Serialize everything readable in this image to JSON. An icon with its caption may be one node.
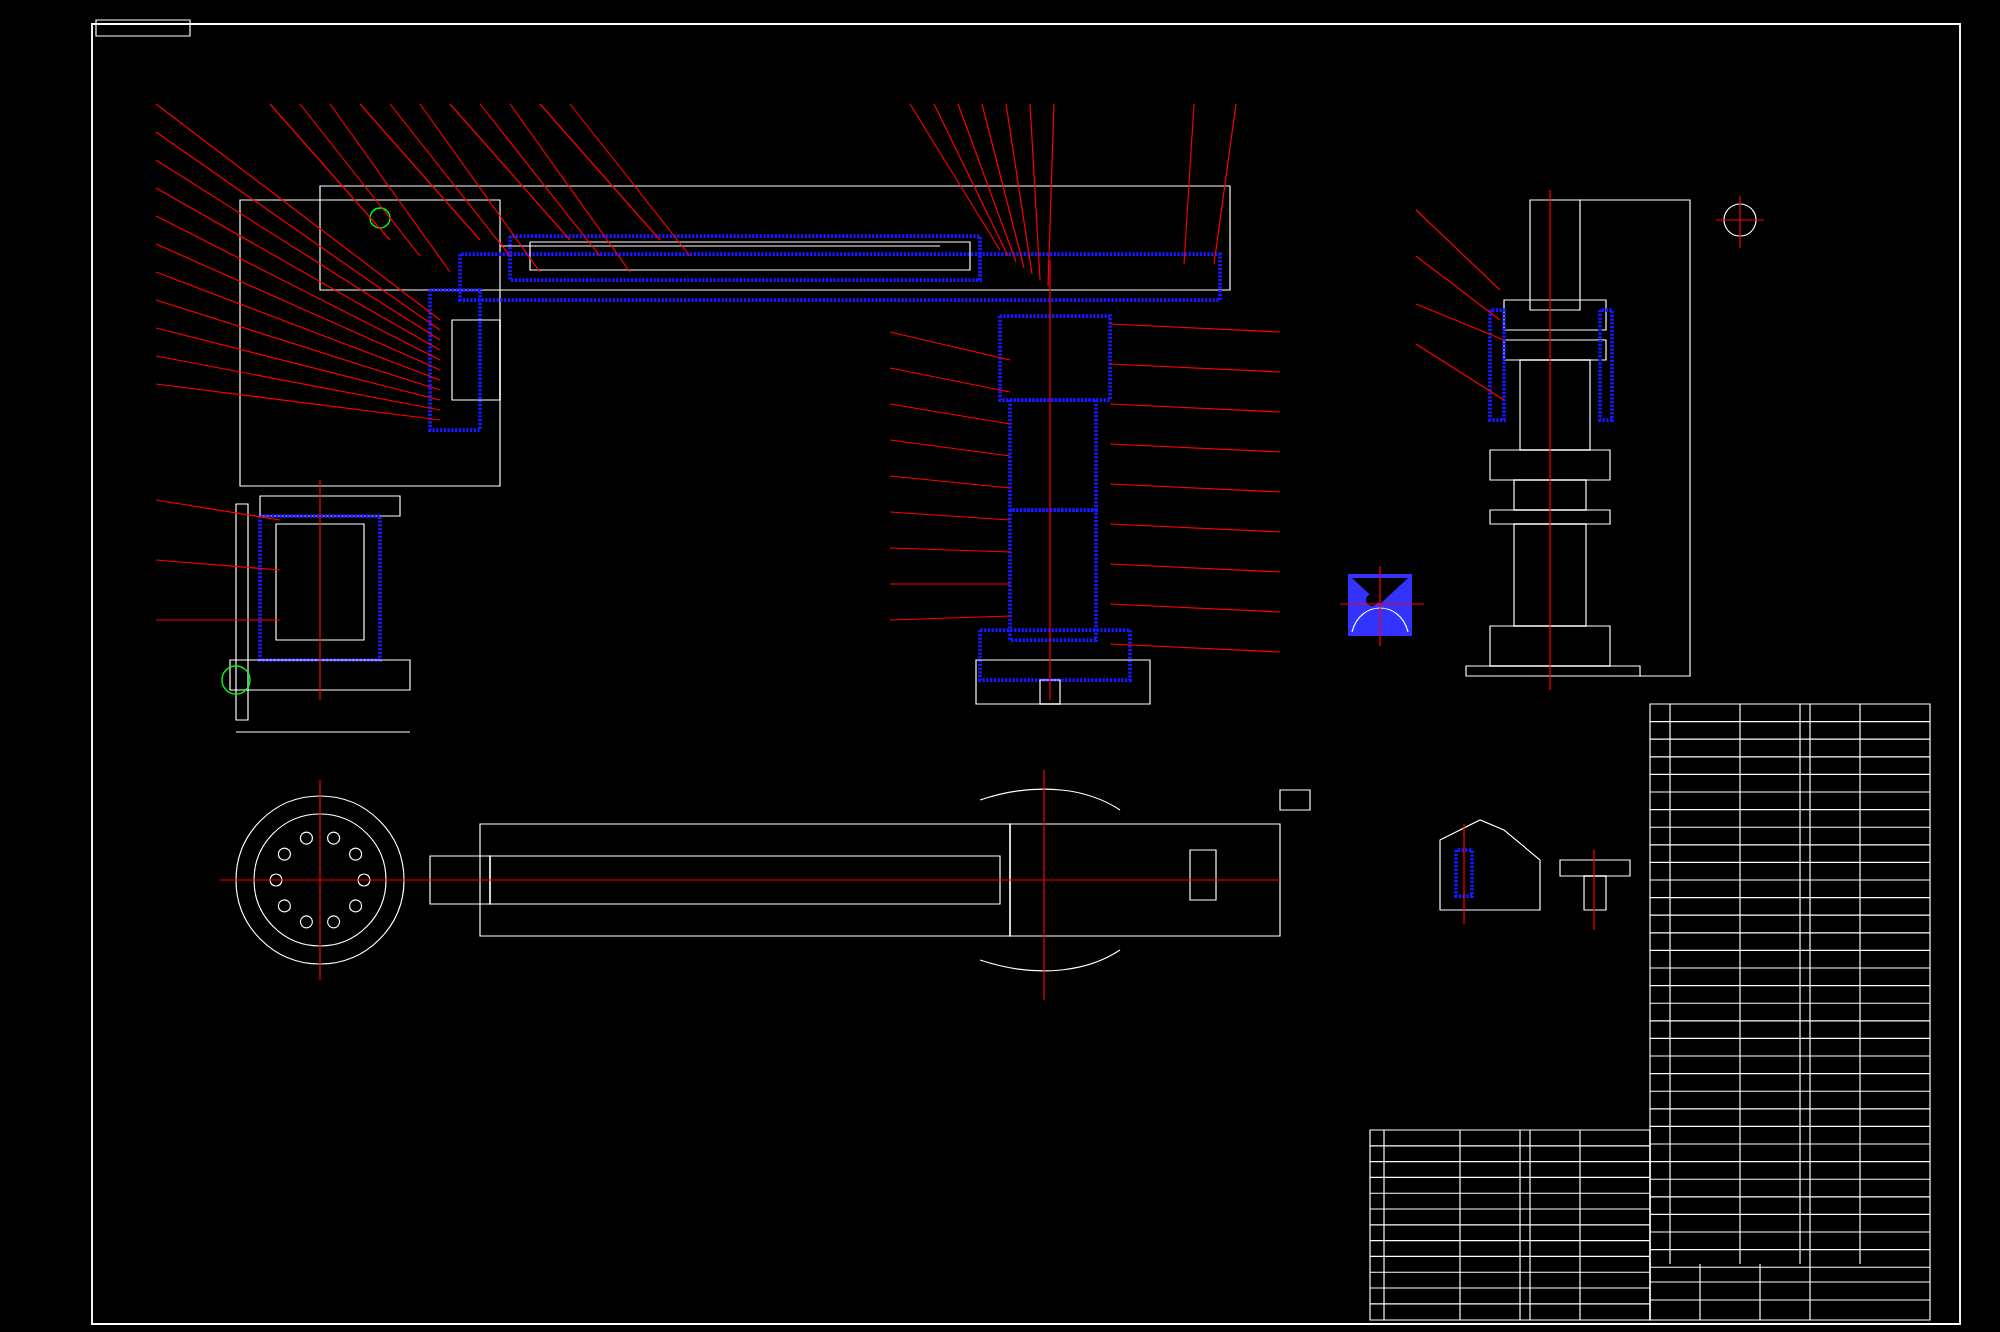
{
  "diagram": {
    "nodes": [
      {
        "text": [],
        "shape": "picture"
      },
      {
        "text": [],
        "shape": "picture"
      },
      {
        "text": [],
        "shape": "picture"
      },
      {
        "text": [],
        "shape": "picture"
      },
      {
        "text": [],
        "shape": "picture"
      },
      {
        "text": [],
        "shape": "picture"
      },
      {
        "text": [],
        "shape": "picture"
      },
      {
        "text": [],
        "shape": "box"
      },
      {
        "text": [],
        "shape": "box"
      }
    ]
  }
}
